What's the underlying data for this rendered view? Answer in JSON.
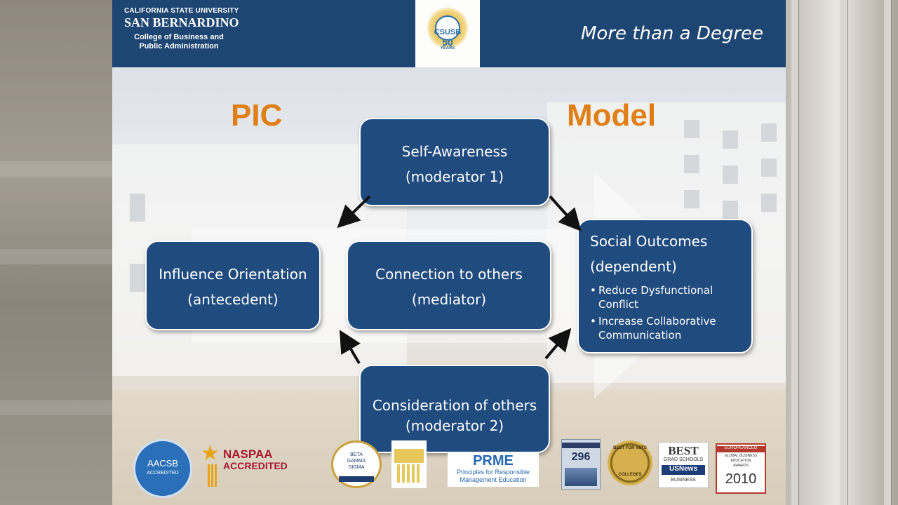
{
  "header": {
    "university_line1": "CALIFORNIA STATE UNIVERSITY",
    "university_line2": "SAN BERNARDINO",
    "college_line1": "College of Business and",
    "college_line2": "Public Administration",
    "logo_text": "CSUSB",
    "logo_number": "50",
    "logo_years": "YEARS",
    "tagline": "More than a Degree",
    "color": "#1e4672"
  },
  "title": {
    "left": "PIC",
    "right": "Model",
    "color": "#e07f16"
  },
  "nodes": {
    "self_awareness": {
      "line1": "Self-Awareness",
      "line2": "(moderator 1)"
    },
    "influence": {
      "line1": "Influence Orientation",
      "line2": "(antecedent)"
    },
    "connection": {
      "line1": "Connection to others",
      "line2": "(mediator)"
    },
    "consideration": {
      "line1": "Consideration of others",
      "line2": "(moderator 2)"
    },
    "social": {
      "line1": "Social Outcomes",
      "line2": "(dependent)",
      "bullet1": "Reduce Dysfunctional Conflict",
      "bullet2": "Increase Collaborative Communication"
    }
  },
  "node_color": "#1f4b7e",
  "badges": {
    "aacsb_line1": "AACSB",
    "aacsb_line2": "ACCREDITED",
    "naspaa_line1": "NASPAA",
    "naspaa_line2": "ACCREDITED",
    "bgs_line1": "BETA",
    "bgs_line2": "GAMMA",
    "bgs_line3": "SIGMA",
    "prme_title": "PRME",
    "prme_line1": "Principles for Responsible",
    "prme_line2": "Management Education",
    "princeton_number": "296",
    "vets_line1": "BEST FOR VETS",
    "vets_line2": "COLLEGES",
    "usnews_line1": "BEST",
    "usnews_line2": "GRAD SCHOOLS",
    "usnews_line3": "USNews",
    "usnews_line4": "BUSINESS",
    "eceo_line1": "EUROPEANCEO",
    "eceo_line2": "GLOBAL BUSINESS",
    "eceo_line3": "EDUCATION",
    "eceo_line4": "AWARDS",
    "eceo_year": "2010"
  }
}
